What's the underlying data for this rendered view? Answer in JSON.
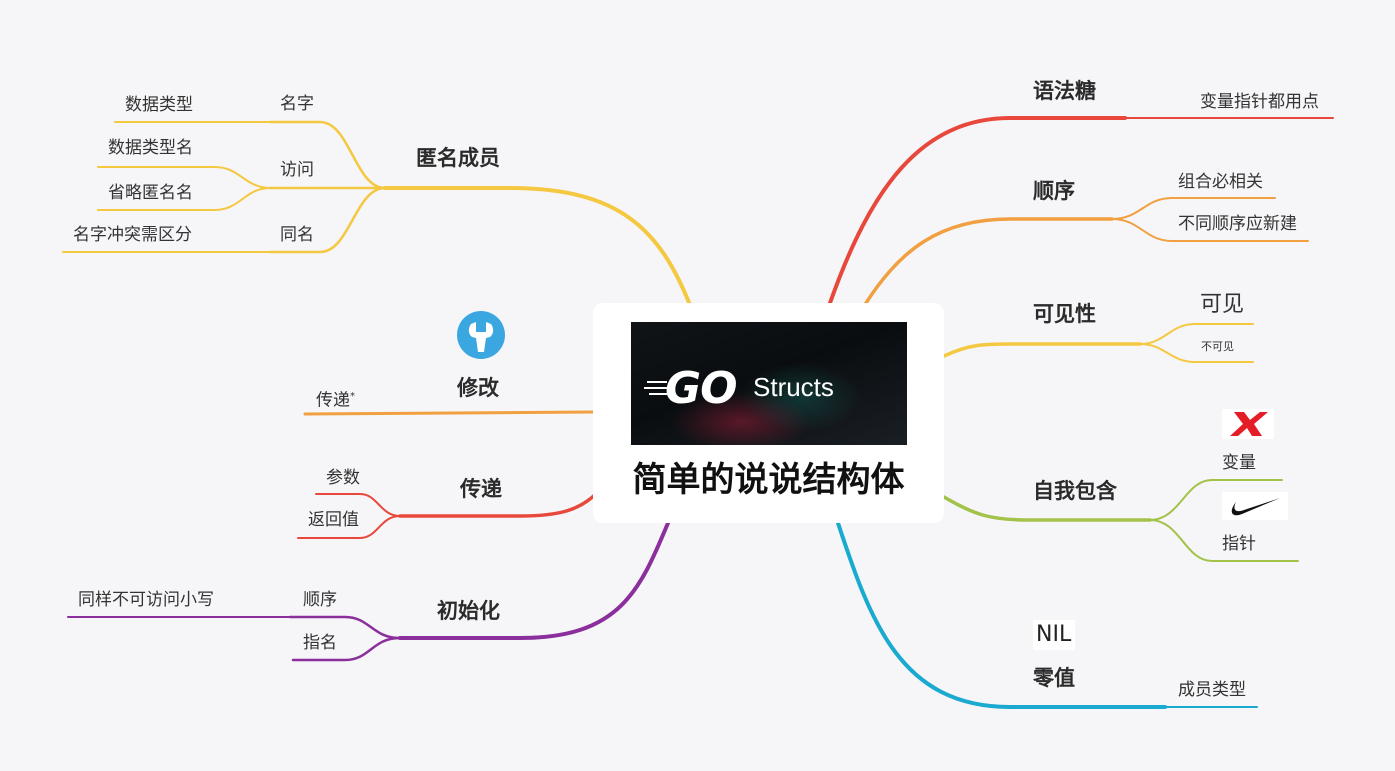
{
  "center": {
    "title": "简单的说说结构体",
    "banner_go": "GO",
    "banner_word": "Structs"
  },
  "left": {
    "anon": {
      "title": "匿名成员",
      "name": "名字",
      "name_leaf": "数据类型",
      "access": "访问",
      "access_leaf1": "数据类型名",
      "access_leaf2": "省略匿名名",
      "same": "同名",
      "same_leaf": "名字冲突需区分"
    },
    "modify": {
      "title": "修改",
      "leaf": "传递",
      "leaf_mark": "*"
    },
    "pass": {
      "title": "传递",
      "leaf1": "参数",
      "leaf2": "返回值"
    },
    "init": {
      "title": "初始化",
      "order": "顺序",
      "order_leaf": "同样不可访问小写",
      "named": "指名"
    }
  },
  "right": {
    "sugar": {
      "title": "语法糖",
      "leaf": "变量指针都用点"
    },
    "order": {
      "title": "顺序",
      "leaf1": "组合必相关",
      "leaf2": "不同顺序应新建"
    },
    "visibility": {
      "title": "可见性",
      "leaf1": "可见",
      "leaf2": "不可见"
    },
    "selfref": {
      "title": "自我包含",
      "leaf1": "变量",
      "leaf2": "指针"
    },
    "zero": {
      "title": "零值",
      "nil": "NIL",
      "leaf": "成员类型"
    }
  },
  "colors": {
    "yellow": "#f5c842",
    "orange": "#f0a040",
    "red": "#e8483c",
    "purple": "#8a2f9c",
    "green": "#a3c24a",
    "blue": "#1aa9cf",
    "wrench_blue": "#3aa7e0"
  },
  "icons": [
    "wrench-icon",
    "x-mark-icon",
    "swoosh-icon"
  ]
}
